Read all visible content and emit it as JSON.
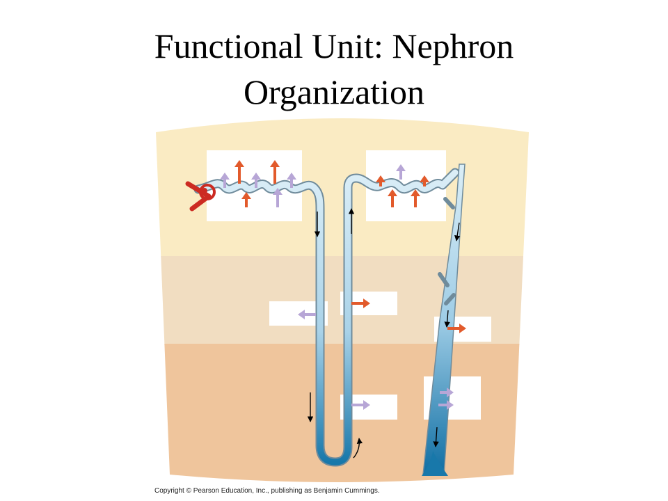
{
  "title": {
    "line1": "Functional Unit:  Nephron",
    "line2": "Organization"
  },
  "copyright": "Copyright © Pearson Education, Inc., publishing as Benjamin Cummings.",
  "colors": {
    "cortex": "#faebc3",
    "outer_medulla": "#f1ddc1",
    "inner_medulla": "#efc59c",
    "tubule_light": "#dbeef7",
    "tubule_dark": "#1878aa",
    "tubule_outline": "#6f8b9b",
    "arrow_orange": "#e25a2b",
    "arrow_lavender": "#b7a6d6",
    "glomerulus": "#cc2b22",
    "label_box": "#ffffff"
  },
  "icons": {
    "glomerulus": "glomerulus-icon",
    "solute_arrow": "arrow-icon",
    "flow_arrow": "flow-arrow-icon"
  }
}
